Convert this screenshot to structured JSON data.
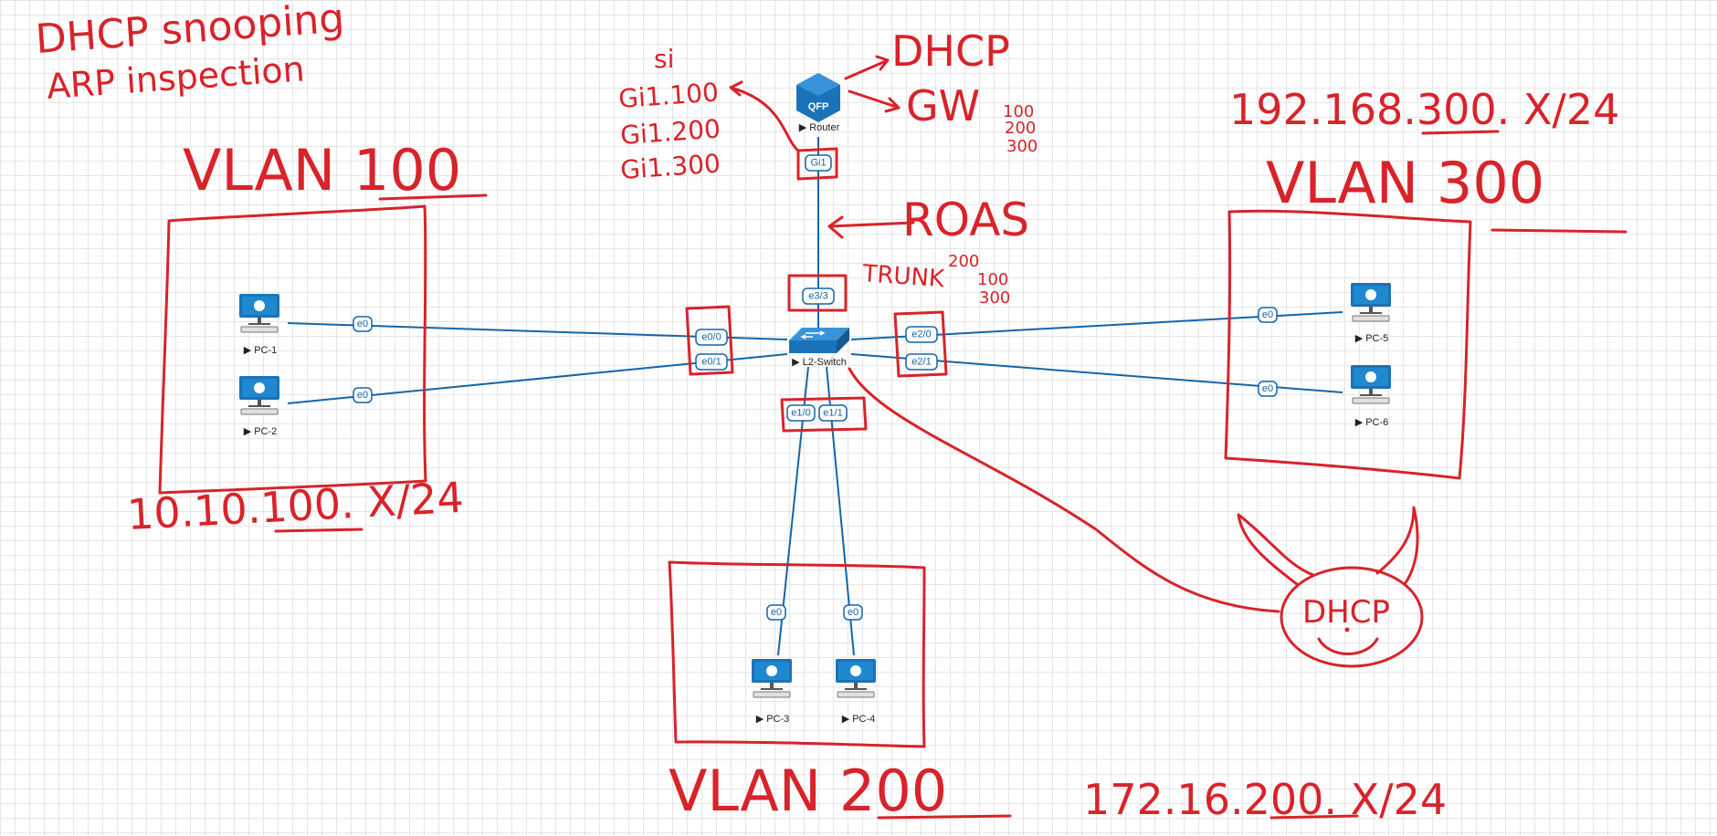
{
  "diagram": {
    "notes": {
      "title_line1": "DHCP snooping",
      "title_line2": "ARP inspection"
    },
    "router": {
      "label": "Router",
      "chip": "QFP",
      "port": "Gi1",
      "subinterfaces_header": "si",
      "subinterfaces": [
        "Gi1.100",
        "Gi1.200",
        "Gi1.300"
      ],
      "role_dhcp": "DHCP",
      "role_gw": "GW",
      "gw_vlans": [
        "100",
        "200",
        "300"
      ]
    },
    "link_note": "ROAS",
    "switch": {
      "label": "L2-Switch",
      "uplink_port": "e3/3",
      "trunk_label": "TRUNK",
      "trunk_vlans": [
        "200",
        "100",
        "300"
      ],
      "ports": {
        "e0_0": "e0/0",
        "e0_1": "e0/1",
        "e1_0": "e1/0",
        "e1_1": "e1/1",
        "e2_0": "e2/0",
        "e2_1": "e2/1"
      }
    },
    "pcs": [
      {
        "label": "PC-1",
        "port": "e0"
      },
      {
        "label": "PC-2",
        "port": "e0"
      },
      {
        "label": "PC-3",
        "port": "e0"
      },
      {
        "label": "PC-4",
        "port": "e0"
      },
      {
        "label": "PC-5",
        "port": "e0"
      },
      {
        "label": "PC-6",
        "port": "e0"
      }
    ],
    "vlans": [
      {
        "name": "VLAN 100",
        "number": "100",
        "subnet_prefix": "10.10.",
        "subnet_octet": "100",
        "subnet_suffix": ". X/24"
      },
      {
        "name": "VLAN 200",
        "number": "200",
        "subnet_prefix": "172.16.",
        "subnet_octet": "200",
        "subnet_suffix": ". X/24"
      },
      {
        "name": "VLAN 300",
        "number": "300",
        "subnet_prefix": "192.168.",
        "subnet_octet": "300",
        "subnet_suffix": ". X/24"
      }
    ],
    "rogue_dhcp": "DHCP",
    "colors": {
      "ink": "#d8232a",
      "link": "#1565a8",
      "grid": "#e6e6e6",
      "device": "#1a73b8"
    }
  }
}
